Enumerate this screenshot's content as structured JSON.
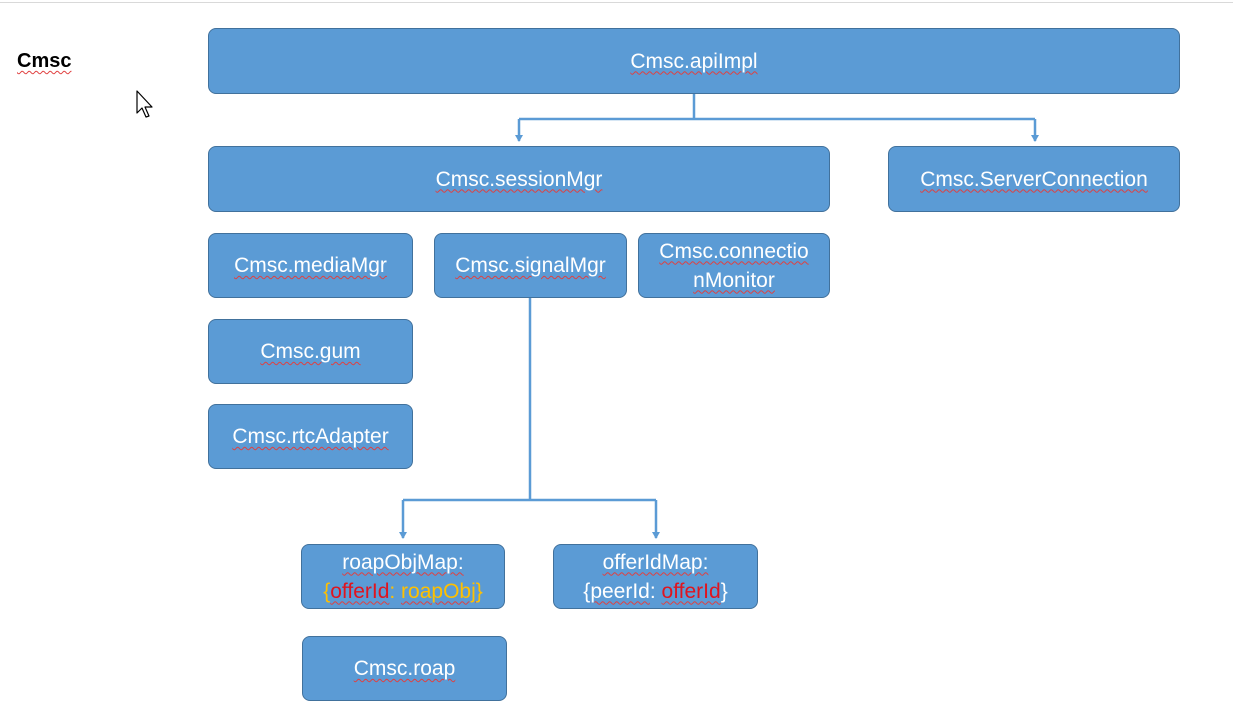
{
  "title": "Cmsc",
  "nodes": {
    "apiImpl": "Cmsc.apiImpl",
    "sessionMgr": "Cmsc.sessionMgr",
    "serverConnection": "Cmsc.ServerConnection",
    "mediaMgr": "Cmsc.mediaMgr",
    "signalMgr": "Cmsc.signalMgr",
    "connectionMonitor": {
      "line1": "Cmsc.connectio",
      "line2": "nMonitor"
    },
    "gum": "Cmsc.gum",
    "rtcAdapter": "Cmsc.rtcAdapter",
    "roapObjMap": {
      "line1": "roapObjMap:",
      "open": "{",
      "key": "offerId",
      "sep": ": ",
      "value": "roapObj",
      "close": "}"
    },
    "offerIdMap": {
      "line1": "offerIdMap:",
      "open": "{",
      "key": "peerId",
      "sep": ": ",
      "value": "offerId",
      "close": "}"
    },
    "roap": "Cmsc.roap"
  },
  "colors": {
    "box_fill": "#5b9bd5",
    "box_border": "#41719c",
    "connector": "#5b9bd5",
    "highlight_red": "#e0141e",
    "highlight_gold": "#ffc000"
  }
}
